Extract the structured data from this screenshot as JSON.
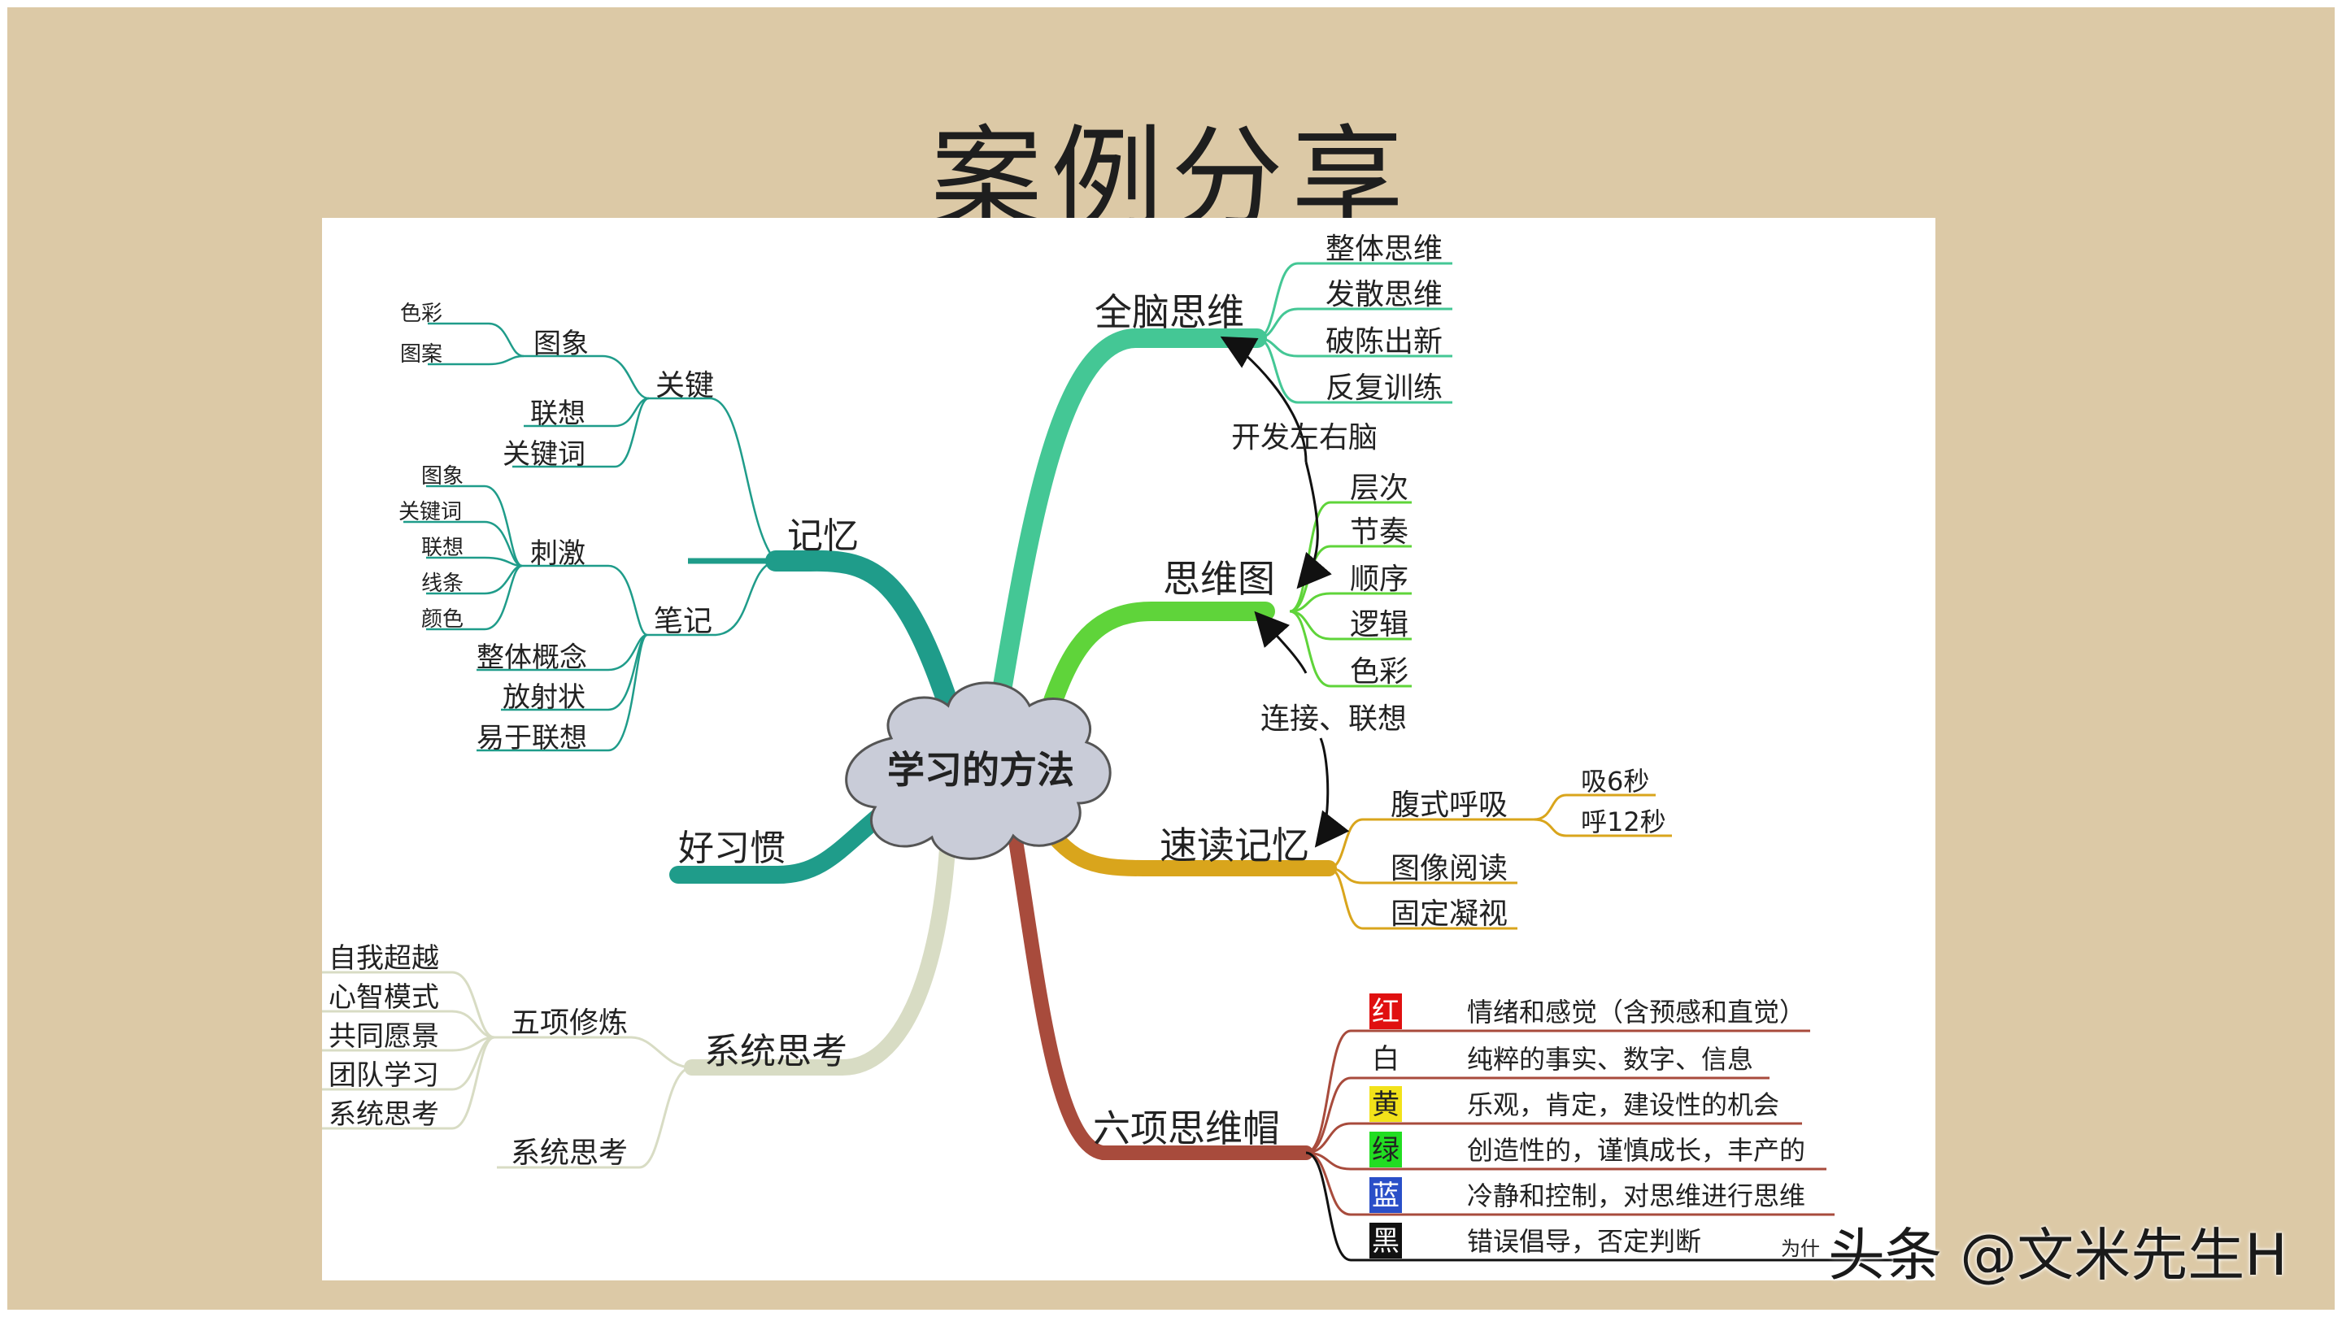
{
  "title": "案例分享",
  "center": "学习的方法",
  "branches": {
    "memory": {
      "label": "记忆",
      "key": {
        "label": "关键",
        "image": "图象",
        "image_subs": [
          "色彩",
          "图案"
        ],
        "assoc": "联想",
        "keyword": "关键词"
      },
      "notes": {
        "label": "笔记",
        "stimulus": "刺激",
        "stimulus_subs": [
          "图象",
          "关键词",
          "联想",
          "线条",
          "颜色"
        ],
        "subs": [
          "整体概念",
          "放射状",
          "易于联想"
        ]
      }
    },
    "habit": {
      "label": "好习惯"
    },
    "systems": {
      "label": "系统思考",
      "five": "五项修炼",
      "five_subs": [
        "自我超越",
        "心智模式",
        "共同愿景",
        "团队学习",
        "系统思考"
      ],
      "sys": "系统思考"
    },
    "whole_brain": {
      "label": "全脑思维",
      "subs": [
        "整体思维",
        "发散思维",
        "破陈出新",
        "反复训练"
      ]
    },
    "arrow_label_1": "开发左右脑",
    "mindmap": {
      "label": "思维图",
      "subs": [
        "层次",
        "节奏",
        "顺序",
        "逻辑",
        "色彩"
      ]
    },
    "arrow_label_2": "连接、联想",
    "speed": {
      "label": "速读记忆",
      "breath": "腹式呼吸",
      "breath_subs": [
        "吸6秒",
        "呼12秒"
      ],
      "subs": [
        "图像阅读",
        "固定凝视"
      ]
    },
    "hats": {
      "label": "六项思维帽",
      "items": [
        {
          "char": "红",
          "text": "情绪和感觉（含预感和直觉）",
          "color": "#e01010",
          "fg": "#ffffff"
        },
        {
          "char": "白",
          "text": "纯粹的事实、数字、信息",
          "color": "#ffffff",
          "fg": "#222222"
        },
        {
          "char": "黄",
          "text": "乐观，肯定，建设性的机会",
          "color": "#f2e21a",
          "fg": "#222222"
        },
        {
          "char": "绿",
          "text": "创造性的，谨慎成长，丰产的",
          "color": "#22dd22",
          "fg": "#222222"
        },
        {
          "char": "蓝",
          "text": "冷静和控制，对思维进行思维",
          "color": "#2a4fc8",
          "fg": "#ffffff"
        },
        {
          "char": "黑",
          "text": "错误倡导，否定判断",
          "color": "#111111",
          "fg": "#ffffff"
        }
      ],
      "trailing": "为什"
    }
  },
  "colors": {
    "teal": "#1f9c8a",
    "sea": "#44c795",
    "green": "#5fd43a",
    "gold": "#d9a51c",
    "rust": "#a84b3c",
    "sage": "#d8dcc4",
    "background": "#dcc9a6"
  },
  "watermark": "头条 @文米先生H"
}
